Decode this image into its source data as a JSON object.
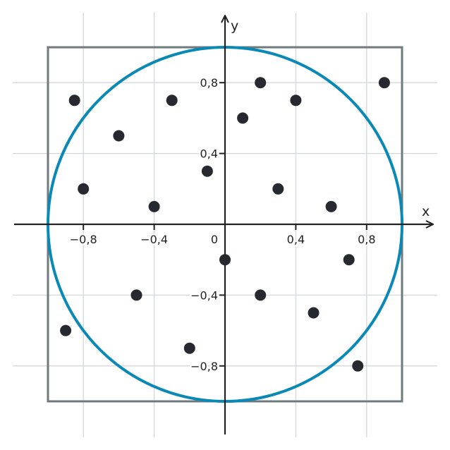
{
  "chart_data": {
    "type": "scatter",
    "xlabel": "x",
    "ylabel": "y",
    "xlim": [
      -1.2,
      1.2
    ],
    "ylim": [
      -1.2,
      1.2
    ],
    "grid": true,
    "x_ticks": [
      {
        "value": -0.8,
        "label": "−0,8"
      },
      {
        "value": -0.4,
        "label": "−0,4"
      },
      {
        "value": 0.4,
        "label": "0,4"
      },
      {
        "value": 0.8,
        "label": "0,8"
      }
    ],
    "y_ticks": [
      {
        "value": 0.8,
        "label": "0,8"
      },
      {
        "value": 0.4,
        "label": "0,4"
      },
      {
        "value": -0.4,
        "label": "−0,4"
      },
      {
        "value": -0.8,
        "label": "−0,8"
      }
    ],
    "origin_label": "0",
    "square": {
      "x_range": [
        -1,
        1
      ],
      "y_range": [
        -1,
        1
      ],
      "color": "#6f7a7c"
    },
    "circle": {
      "center": [
        0,
        0
      ],
      "radius": 1,
      "color": "#0a89b6"
    },
    "point_color": "#262a30",
    "points": [
      {
        "x": -0.85,
        "y": 0.7
      },
      {
        "x": -0.3,
        "y": 0.7
      },
      {
        "x": 0.2,
        "y": 0.8
      },
      {
        "x": 0.4,
        "y": 0.7
      },
      {
        "x": 0.9,
        "y": 0.8
      },
      {
        "x": 0.1,
        "y": 0.6
      },
      {
        "x": -0.6,
        "y": 0.5
      },
      {
        "x": -0.1,
        "y": 0.3
      },
      {
        "x": -0.8,
        "y": 0.2
      },
      {
        "x": 0.3,
        "y": 0.2
      },
      {
        "x": -0.4,
        "y": 0.1
      },
      {
        "x": 0.6,
        "y": 0.1
      },
      {
        "x": 0.0,
        "y": -0.2
      },
      {
        "x": 0.7,
        "y": -0.2
      },
      {
        "x": -0.5,
        "y": -0.4
      },
      {
        "x": 0.2,
        "y": -0.4
      },
      {
        "x": 0.5,
        "y": -0.5
      },
      {
        "x": -0.9,
        "y": -0.6
      },
      {
        "x": -0.2,
        "y": -0.7
      },
      {
        "x": 0.75,
        "y": -0.8
      }
    ]
  }
}
